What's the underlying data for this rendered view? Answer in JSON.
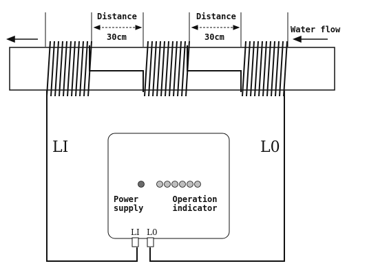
{
  "labels": {
    "distance_left": "Distance",
    "distance_right": "Distance",
    "spacing_left": "30cm",
    "spacing_right": "30cm",
    "water_flow": "Water flow",
    "coil_in": "LI",
    "coil_out": "L0",
    "power_supply_line1": "Power",
    "power_supply_line2": "supply",
    "operation_line1": "Operation",
    "operation_line2": "indicator",
    "terminal_in": "LI",
    "terminal_out": "L0"
  },
  "colors": {
    "line": "#111111",
    "pipe_fill": "#ffffff",
    "power_led": "#6b6b6b",
    "indicator_led": "#bfbfbf"
  },
  "indicator_count": 6
}
